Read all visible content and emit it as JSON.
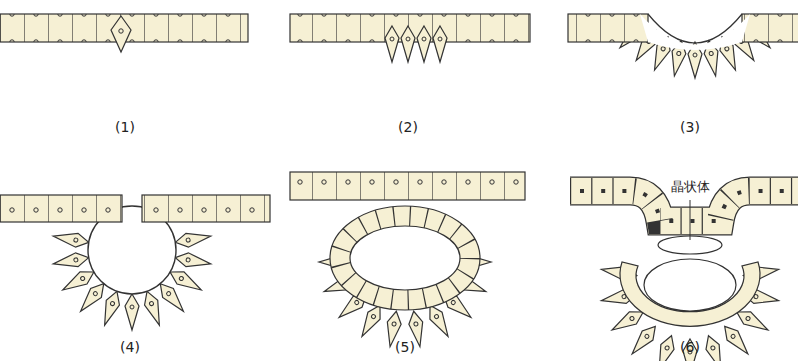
{
  "diagram": {
    "labels": [
      "(1)",
      "(2)",
      "(3)",
      "(4)",
      "(5)",
      "(6)",
      "晶状体"
    ]
  }
}
